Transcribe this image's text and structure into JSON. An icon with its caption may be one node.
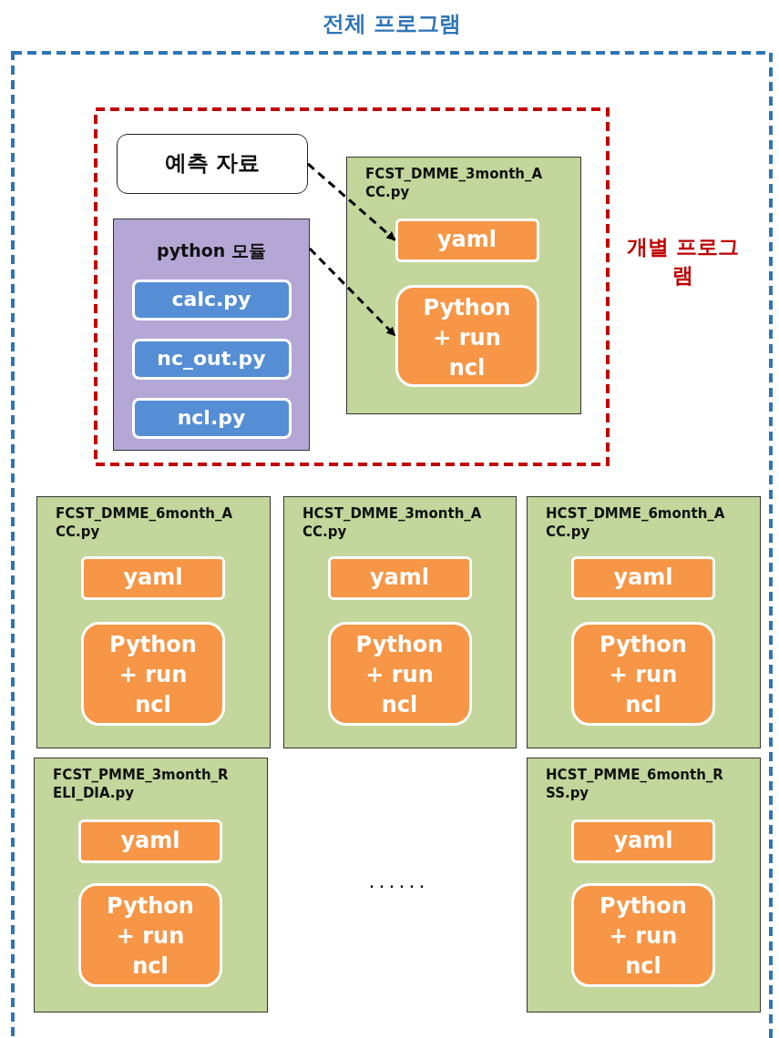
{
  "diagram": {
    "nodes": [
      {
        "text": [
          "전체 프로그램"
        ]
      },
      {
        "text": [
          "개별 프로그램"
        ],
        "in": 0
      },
      {
        "text": [
          "예측 자료"
        ],
        "in": 1
      },
      {
        "text": [
          "python 모듈"
        ],
        "in": 1
      },
      {
        "text": [
          "calc.py"
        ],
        "in": 3
      },
      {
        "text": [
          "nc_out.py"
        ],
        "in": 3
      },
      {
        "text": [
          "ncl.py"
        ],
        "in": 3
      },
      {
        "text": [
          "FCST_DMME_3month_ACC.py"
        ],
        "in": 1
      },
      {
        "text": [
          "yaml"
        ],
        "in": 7
      },
      {
        "text": [
          "Python + run ncl"
        ],
        "in": 7
      },
      {
        "text": [
          "FCST_DMME_6month_ACC.py"
        ],
        "in": 0
      },
      {
        "text": [
          "yaml"
        ],
        "in": 10
      },
      {
        "text": [
          "Python + run ncl"
        ],
        "in": 10
      },
      {
        "text": [
          "HCST_DMME_3month_ACC.py"
        ],
        "in": 0
      },
      {
        "text": [
          "yaml"
        ],
        "in": 13
      },
      {
        "text": [
          "Python + run ncl"
        ],
        "in": 13
      },
      {
        "text": [
          "HCST_DMME_6month_ACC.py"
        ],
        "in": 0
      },
      {
        "text": [
          "yaml"
        ],
        "in": 16
      },
      {
        "text": [
          "Python + run ncl"
        ],
        "in": 16
      },
      {
        "text": [
          "FCST_PMME_3month_RELI_DIA.py"
        ],
        "in": 0
      },
      {
        "text": [
          "yaml"
        ],
        "in": 19
      },
      {
        "text": [
          "Python + run ncl"
        ],
        "in": 19
      },
      {
        "text": [
          "HCST_PMME_6month_RSS.py"
        ],
        "in": 0
      },
      {
        "text": [
          "yaml"
        ],
        "in": 22
      },
      {
        "text": [
          "Python + run ncl"
        ],
        "in": 22
      }
    ],
    "edges": [
      {
        "from": 2,
        "to": 8,
        "arrow": "to",
        "style": "dashed"
      },
      {
        "from": 3,
        "to": 9,
        "arrow": "to",
        "style": "dashed"
      }
    ],
    "labels": [
      "......"
    ]
  }
}
